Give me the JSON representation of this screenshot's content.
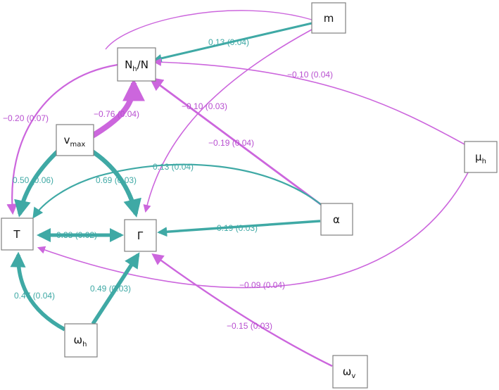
{
  "colors": {
    "positive": "#3fa9a5",
    "negative": "#cc66dd",
    "node_border": "#808080"
  },
  "nodes": {
    "m": {
      "label": "m"
    },
    "nhn": {
      "label": "N",
      "sub": "h",
      "label2": "/N"
    },
    "vmax": {
      "label": "v",
      "sub": "max"
    },
    "muh": {
      "label": "μ",
      "sub": "h"
    },
    "T": {
      "label": "T"
    },
    "Gamma": {
      "label": "Γ"
    },
    "alpha": {
      "label": "α"
    },
    "omegah": {
      "label": "ω",
      "sub": "h"
    },
    "omegav": {
      "label": "ω",
      "sub": "v"
    }
  },
  "edges": [
    {
      "id": "m-nhn",
      "label": "0.13 (0.04)",
      "sign": "pos"
    },
    {
      "id": "m-gamma",
      "label": "−0.10 (0.03)",
      "sign": "neg"
    },
    {
      "id": "muh-nhn",
      "label": "−0.10 (0.04)",
      "sign": "neg"
    },
    {
      "id": "nhn-T",
      "label": "−0.20 (0.07)",
      "sign": "neg"
    },
    {
      "id": "vmax-nhn",
      "label": "−0.76 (0.04)",
      "sign": "neg"
    },
    {
      "id": "alpha-nhn",
      "label": "−0.19 (0.04)",
      "sign": "neg"
    },
    {
      "id": "vmax-T",
      "label": "0.50 (0.06)",
      "sign": "pos"
    },
    {
      "id": "vmax-gamma",
      "label": "0.69 (0.03)",
      "sign": "pos"
    },
    {
      "id": "alpha-T",
      "label": "0.13 (0.04)",
      "sign": "pos"
    },
    {
      "id": "T-gamma",
      "label": "0.38 (0.02)",
      "sign": "pos"
    },
    {
      "id": "alpha-gamma",
      "label": "0.19 (0.03)",
      "sign": "pos"
    },
    {
      "id": "muh-T",
      "label": "−0.09 (0.04)",
      "sign": "neg"
    },
    {
      "id": "omegah-T",
      "label": "0.47 (0.04)",
      "sign": "pos"
    },
    {
      "id": "omegah-gamma",
      "label": "0.49 (0.03)",
      "sign": "pos"
    },
    {
      "id": "omegav-gamma",
      "label": "−0.15 (0.03)",
      "sign": "neg"
    }
  ]
}
